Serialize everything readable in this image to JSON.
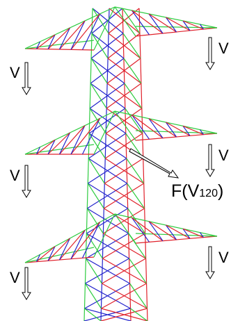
{
  "diagram": {
    "load_label": "V",
    "force_label_prefix": "F(V",
    "force_label_sub": "120",
    "force_label_suffix": ")",
    "colors": {
      "chord_green": "#2ecc40",
      "chord_red": "#e0202a",
      "brace_blue": "#2222cc",
      "arrow_outline": "#000000",
      "arrow_fill": "#ffffff"
    },
    "arm_levels": [
      "top-arm",
      "middle-arm",
      "bottom-arm"
    ]
  }
}
